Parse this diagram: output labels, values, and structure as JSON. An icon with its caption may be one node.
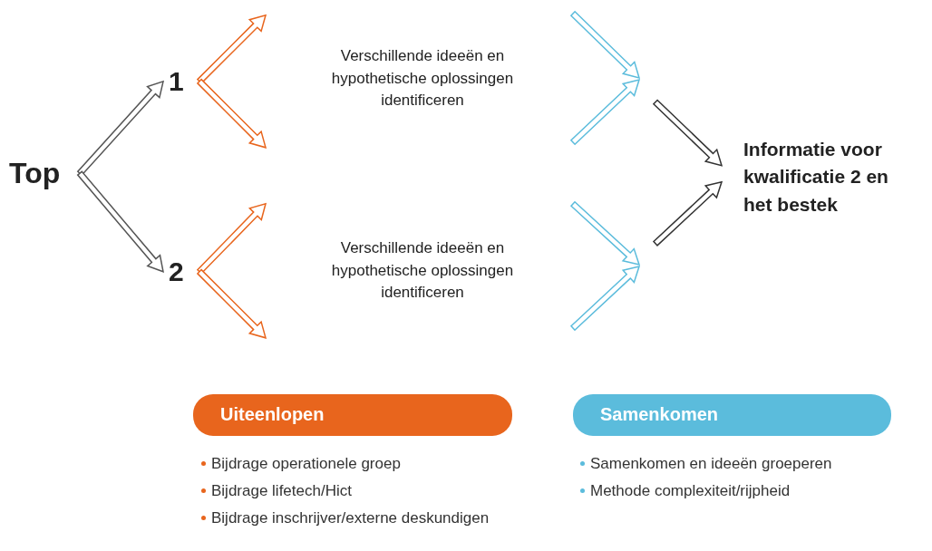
{
  "diagram": {
    "nodes": [
      {
        "text": [
          "Top"
        ]
      },
      {
        "text": [
          "1"
        ]
      },
      {
        "text": [
          "2"
        ]
      },
      {
        "text": [
          "Verschillende ideeën en hypothetische oplossingen identificeren"
        ]
      },
      {
        "text": [
          "Verschillende ideeën en hypothetische oplossingen identificeren"
        ]
      },
      {
        "text": [
          "Informatie voor kwalificatie 2 en het bestek"
        ]
      },
      {
        "text": [
          "Uiteenlopen"
        ],
        "beside": [
          "Bijdrage operationele groep",
          "Bijdrage lifetech/Hict",
          "Bijdrage inschrijver/externe deskundigen"
        ]
      },
      {
        "text": [
          "Samenkomen"
        ],
        "beside": [
          "Samenkomen en ideeën groeperen",
          "Methode complexiteit/rijpheid"
        ]
      }
    ],
    "edges": [
      {
        "from": 0,
        "to": 1,
        "arrow": "to",
        "color": "#555555"
      },
      {
        "from": 0,
        "to": 2,
        "arrow": "to",
        "color": "#555555"
      },
      {
        "from": 1,
        "to": null,
        "arrow": "to",
        "color": "#e8651d"
      },
      {
        "from": 1,
        "to": null,
        "arrow": "to",
        "color": "#e8651d"
      },
      {
        "from": 2,
        "to": null,
        "arrow": "to",
        "color": "#e8651d"
      },
      {
        "from": 2,
        "to": null,
        "arrow": "to",
        "color": "#e8651d"
      },
      {
        "from": null,
        "to": 5,
        "arrow": "to",
        "color": "#333333"
      },
      {
        "from": null,
        "to": 5,
        "arrow": "to",
        "color": "#333333"
      }
    ]
  }
}
